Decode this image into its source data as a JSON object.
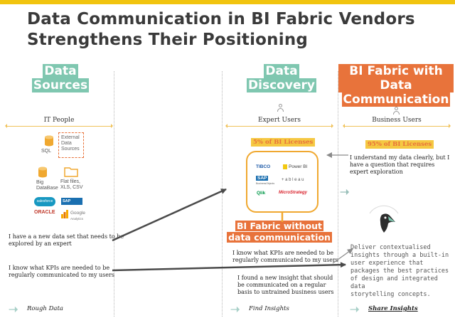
{
  "title": {
    "line1": "Data Communication in BI Fabric Vendors",
    "line2": "Strengthens Their Positioning"
  },
  "columns": {
    "data_sources": {
      "line1": "Data",
      "line2": "Sources",
      "role": "IT People",
      "footer": "Rough Data"
    },
    "data_discovery": {
      "line1": "Data",
      "line2": "Discovery",
      "role": "Expert Users",
      "footer": "Find Insights",
      "license": "5% of BI Licenses"
    },
    "bi_fabric": {
      "line1": "BI Fabric with Data",
      "line2": "Communication",
      "role": "Business Users",
      "footer": "Share Insights",
      "license": "95% of BI Licenses"
    }
  },
  "sources": {
    "sql": "SQL",
    "external_1": "External",
    "external_2": "Data",
    "external_3": "Sources",
    "bigdata_1": "Big",
    "bigdata_2": "DataBase",
    "flat_1": "Flat files,",
    "flat_2": "XLS, CSV",
    "salesforce": "salesforce",
    "oracle": "ORACLE",
    "sap_hana": "SAP HANA",
    "google": "Google",
    "google_sub": "Analytics"
  },
  "vendors": {
    "tibco": "TIBCO",
    "powerbi": "Power BI",
    "sap": "SAP",
    "sap_sub": "BusinessObjects",
    "tableau": "+ a b l e a u",
    "qlik": "Qlik",
    "microstrategy": "MicroStrategy"
  },
  "fabric_badge": {
    "line1": "BI Fabric without",
    "line2": "data communication"
  },
  "statements": {
    "new_dataset_1": "I have a a new data set that needs to be",
    "new_dataset_2": "explored by an expert",
    "kpis_left_1": "I know what KPIs are needed to be",
    "kpis_left_2": "regularly communicated to my users",
    "understand_1": "I understand my data clearly, but I",
    "understand_2": "have a question that requires",
    "understand_3": "expert exploration",
    "kpis_mid_1": "I know what KPIs are needed to be",
    "kpis_mid_2": "regularly communicated to my users",
    "insight_1": "I found a new insight that should",
    "insight_2": "be communicated on a regular",
    "insight_3": "basis to untrained business users"
  },
  "deliver": {
    "l1": "Deliver contextualised",
    "l2": "insights through a built-in",
    "l3": "user experience that",
    "l4": "packages the best practices",
    "l5": "of design and integrated data",
    "l6": "storytelling concepts."
  },
  "colors": {
    "accent_yellow": "#f1c40f",
    "teal": "#7fc7b0",
    "orange": "#e8733b",
    "license_bg": "#f5c842",
    "arrow": "#4a4a4a"
  },
  "icons": [
    "person-icon",
    "database-icon",
    "folder-icon",
    "chevron-right-icon",
    "toucan-logo-icon"
  ]
}
